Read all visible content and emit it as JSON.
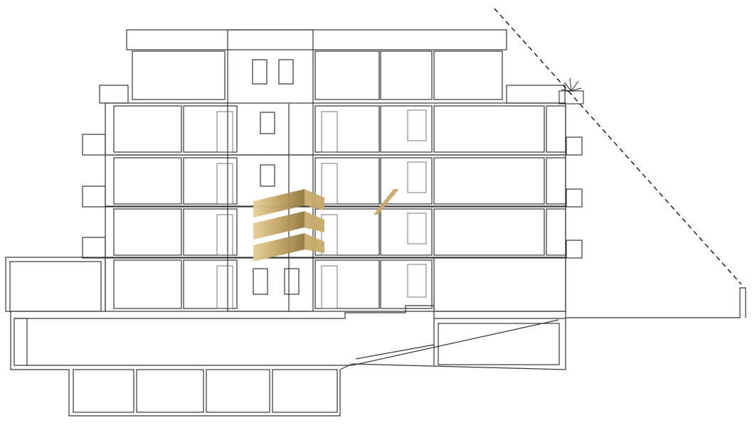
{
  "drawing": {
    "type": "architectural building section",
    "line_color": "#333333",
    "background": "#ffffff",
    "floors_above_ground": 5,
    "basement_levels": 1
  },
  "watermark": {
    "logo_colors": [
      "#c9a96a",
      "#8f7740",
      "#e6cf97"
    ]
  }
}
